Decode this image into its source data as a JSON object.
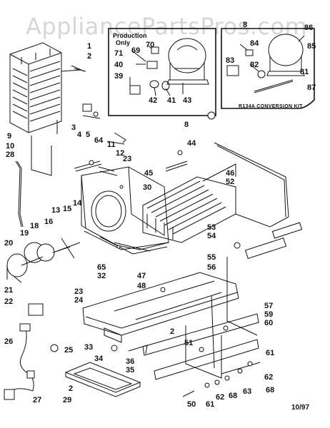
{
  "watermark": "AppliancePartsPros.com",
  "production_box": {
    "title_line1": "Production",
    "title_line2": "Only"
  },
  "conversion_kit": {
    "label": "R134A CONVERSION KIT"
  },
  "date_code": "10/97",
  "callouts": [
    {
      "id": "c-1",
      "label": "1"
    },
    {
      "id": "c-2a",
      "label": "2"
    },
    {
      "id": "c-3",
      "label": "3"
    },
    {
      "id": "c-4",
      "label": "4"
    },
    {
      "id": "c-5",
      "label": "5"
    },
    {
      "id": "c-8a",
      "label": "8"
    },
    {
      "id": "c-9",
      "label": "9"
    },
    {
      "id": "c-10",
      "label": "10"
    },
    {
      "id": "c-11",
      "label": "11"
    },
    {
      "id": "c-12",
      "label": "12"
    },
    {
      "id": "c-23a",
      "label": "23"
    },
    {
      "id": "c-28",
      "label": "28"
    },
    {
      "id": "c-64",
      "label": "64"
    },
    {
      "id": "c-13",
      "label": "13"
    },
    {
      "id": "c-14",
      "label": "14"
    },
    {
      "id": "c-15",
      "label": "15"
    },
    {
      "id": "c-16",
      "label": "16"
    },
    {
      "id": "c-18",
      "label": "18"
    },
    {
      "id": "c-19",
      "label": "19"
    },
    {
      "id": "c-20",
      "label": "20"
    },
    {
      "id": "c-21",
      "label": "21"
    },
    {
      "id": "c-22",
      "label": "22"
    },
    {
      "id": "c-23b",
      "label": "23"
    },
    {
      "id": "c-24",
      "label": "24"
    },
    {
      "id": "c-25",
      "label": "25"
    },
    {
      "id": "c-26",
      "label": "26"
    },
    {
      "id": "c-27",
      "label": "27"
    },
    {
      "id": "c-2b",
      "label": "2"
    },
    {
      "id": "c-29",
      "label": "29"
    },
    {
      "id": "c-30",
      "label": "30"
    },
    {
      "id": "c-44",
      "label": "44"
    },
    {
      "id": "c-45",
      "label": "45"
    },
    {
      "id": "c-46",
      "label": "46"
    },
    {
      "id": "c-52",
      "label": "52"
    },
    {
      "id": "c-53",
      "label": "53"
    },
    {
      "id": "c-54",
      "label": "54"
    },
    {
      "id": "c-55",
      "label": "55"
    },
    {
      "id": "c-56",
      "label": "56"
    },
    {
      "id": "c-65",
      "label": "65"
    },
    {
      "id": "c-32",
      "label": "32"
    },
    {
      "id": "c-47",
      "label": "47"
    },
    {
      "id": "c-48",
      "label": "48"
    },
    {
      "id": "c-33",
      "label": "33"
    },
    {
      "id": "c-34",
      "label": "34"
    },
    {
      "id": "c-36",
      "label": "36"
    },
    {
      "id": "c-35",
      "label": "35"
    },
    {
      "id": "c-2c",
      "label": "2"
    },
    {
      "id": "c-51",
      "label": "51"
    },
    {
      "id": "c-57",
      "label": "57"
    },
    {
      "id": "c-59",
      "label": "59"
    },
    {
      "id": "c-60",
      "label": "60"
    },
    {
      "id": "c-61a",
      "label": "61"
    },
    {
      "id": "c-62a",
      "label": "62"
    },
    {
      "id": "c-63",
      "label": "63"
    },
    {
      "id": "c-68a",
      "label": "68"
    },
    {
      "id": "c-62b",
      "label": "62"
    },
    {
      "id": "c-68b",
      "label": "68"
    },
    {
      "id": "c-61b",
      "label": "61"
    },
    {
      "id": "c-50",
      "label": "50"
    },
    {
      "id": "c-71",
      "label": "71"
    },
    {
      "id": "c-69",
      "label": "69"
    },
    {
      "id": "c-70",
      "label": "70"
    },
    {
      "id": "c-40",
      "label": "40"
    },
    {
      "id": "c-39",
      "label": "39"
    },
    {
      "id": "c-42",
      "label": "42"
    },
    {
      "id": "c-41",
      "label": "41"
    },
    {
      "id": "c-43",
      "label": "43"
    },
    {
      "id": "c-8b",
      "label": "8"
    },
    {
      "id": "c-86",
      "label": "86"
    },
    {
      "id": "c-84",
      "label": "84"
    },
    {
      "id": "c-83",
      "label": "83"
    },
    {
      "id": "c-82",
      "label": "82"
    },
    {
      "id": "c-85",
      "label": "85"
    },
    {
      "id": "c-81",
      "label": "81"
    },
    {
      "id": "c-87",
      "label": "87"
    }
  ]
}
